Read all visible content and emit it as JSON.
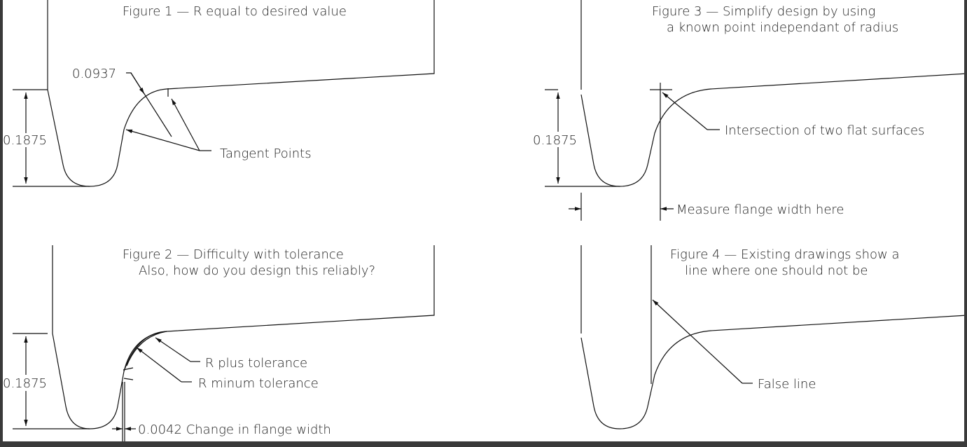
{
  "figure1": {
    "title": "Figure 1 — R equal to desired value",
    "radius": "0.0937",
    "height": "0.1875",
    "label": "Tangent Points"
  },
  "figure2": {
    "title": "Figure 2 — Difficulty with tolerance",
    "subtitle": "Also, how do you design this reliably?",
    "height": "0.1875",
    "plus": "R plus tolerance",
    "minus": "R minum tolerance",
    "change": "0.0042 Change in flange width"
  },
  "figure3": {
    "title": "Figure 3 — Simplify design by using",
    "subtitle": "a known point independant of radius",
    "height": "0.1875",
    "intersection": "Intersection of two flat surfaces",
    "measure": "Measure flange width here"
  },
  "figure4": {
    "title": "Figure 4 — Existing drawings show a",
    "subtitle": "line where one should not be",
    "label": "False line"
  }
}
